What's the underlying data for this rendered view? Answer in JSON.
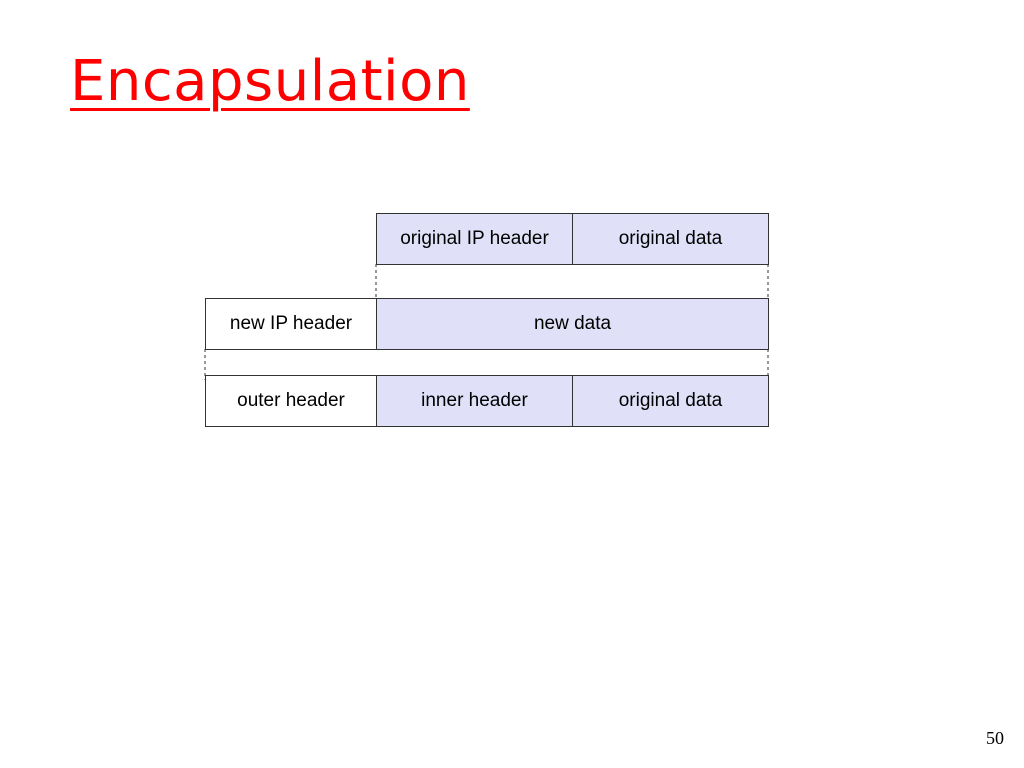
{
  "slide": {
    "title": "Encapsulation",
    "page_number": "50"
  },
  "diagram": {
    "row1": {
      "header": "original IP header",
      "data": "original data"
    },
    "row2": {
      "header": "new IP header",
      "data": "new data"
    },
    "row3": {
      "outer": "outer header",
      "inner": "inner header",
      "data": "original data"
    },
    "colors": {
      "payload": "#e0e0f8",
      "title": "#ff0000"
    }
  }
}
